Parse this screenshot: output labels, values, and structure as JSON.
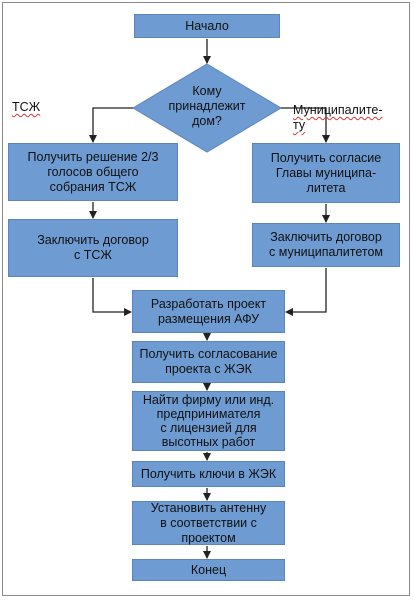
{
  "flowchart": {
    "start": "Начало",
    "decision": "Кому\nпринадлежит дом?",
    "branch_left_label": "ТСЖ",
    "branch_right_label": "Муниципалите-\nту",
    "left_steps": [
      "Получить решение 2/3\nголосов общего\nсобрания ТСЖ",
      "Заключить договор\nс ТСЖ"
    ],
    "right_steps": [
      "Получить согласие\nГлавы муниципа-\nлитета",
      "Заключить договор\nс муниципалитетом"
    ],
    "main_steps": [
      "Разработать проект\nразмещения АФУ",
      "Получить согласование\nпроекта с ЖЭК",
      "Найти фирму или инд.\nпредпринимателя\nс лицензией для\nвысотных работ",
      "Получить ключи в ЖЭК",
      "Установить антенну\nв соответствии с проектом"
    ],
    "end": "Конец"
  },
  "colors": {
    "box_fill": "#6e9bd1",
    "box_border": "#5b86bc",
    "arrow": "#222222"
  }
}
